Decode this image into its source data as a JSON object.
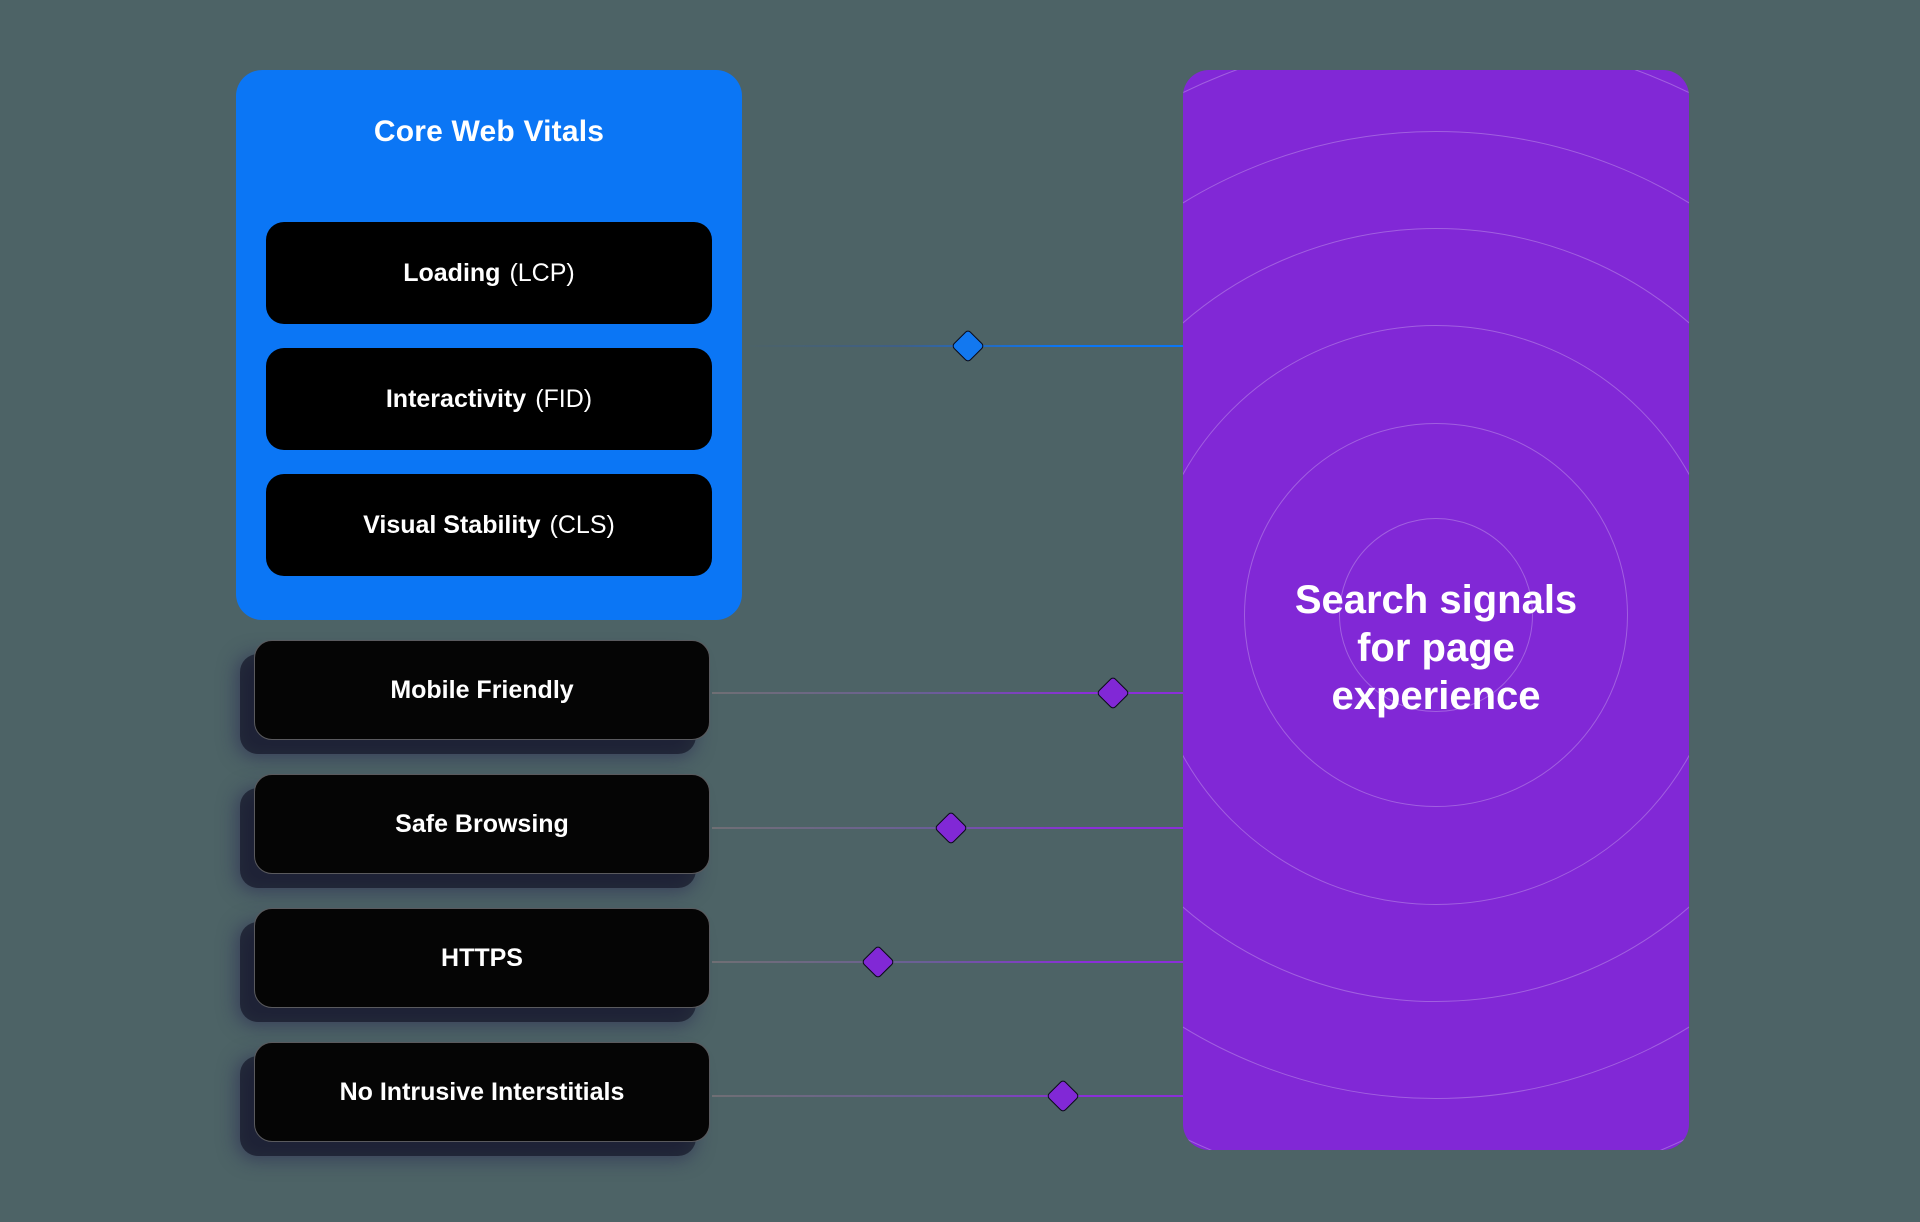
{
  "theme": {
    "background": "#4d6366",
    "blue_panel": "#0b76f5",
    "purple_panel": "#8128d6",
    "card_black": "#050505",
    "text_white": "#ffffff"
  },
  "core_web_vitals": {
    "title": "Core Web Vitals",
    "metrics": [
      {
        "name": "Loading",
        "abbr": "(LCP)"
      },
      {
        "name": "Interactivity",
        "abbr": "(FID)"
      },
      {
        "name": "Visual Stability",
        "abbr": "(CLS)"
      }
    ]
  },
  "signals": [
    {
      "label": "Mobile Friendly"
    },
    {
      "label": "Safe Browsing"
    },
    {
      "label": "HTTPS"
    },
    {
      "label": "No Intrusive Interstitials"
    }
  ],
  "hub": {
    "lines": [
      "Search signals",
      "for page",
      "experience"
    ]
  },
  "connectors": [
    {
      "from": "Core Web Vitals",
      "to": "Search signals for page experience",
      "color": "#1278f0"
    },
    {
      "from": "Mobile Friendly",
      "to": "Search signals for page experience",
      "color": "#8128d6"
    },
    {
      "from": "Safe Browsing",
      "to": "Search signals for page experience",
      "color": "#8128d6"
    },
    {
      "from": "HTTPS",
      "to": "Search signals for page experience",
      "color": "#8128d6"
    },
    {
      "from": "No Intrusive Interstitials",
      "to": "Search signals for page experience",
      "color": "#8128d6"
    }
  ]
}
